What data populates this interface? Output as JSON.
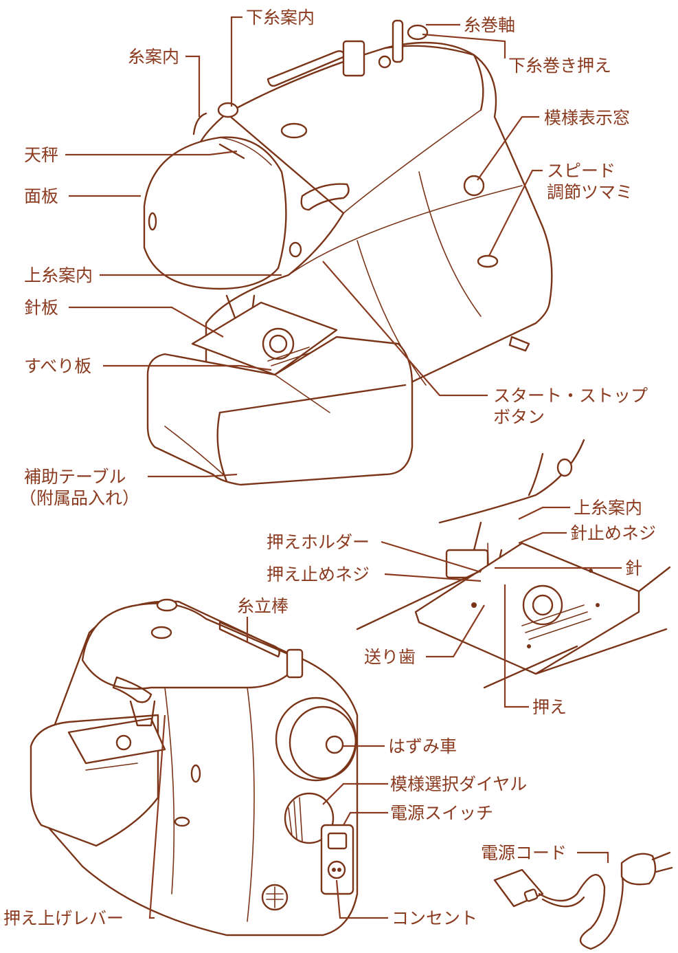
{
  "labels": {
    "shita_ito_annai": "下糸案内",
    "itomaki_jiku": "糸巻軸",
    "shita_itomaki_osae": "下糸巻き押え",
    "ito_annai": "糸案内",
    "moyou_hyouji_mado": "模様表示窓",
    "tenbin": "天秤",
    "speed_line1": "スピード",
    "speed_line2": "調節ツマミ",
    "menita": "面板",
    "ue_ito_annai": "上糸案内",
    "hariita": "針板",
    "suberiita": "すべり板",
    "start_stop_line1": "スタート・ストップ",
    "start_stop_line2": "ボタン",
    "hojo_table_line1": "補助テーブル",
    "hojo_table_line2": "（附属品入れ）",
    "ue_ito_annai_detail": "上糸案内",
    "hari_dome_neji": "針止めネジ",
    "osae_holder": "押えホルダー",
    "hari": "針",
    "osae_dome_neji": "押え止めネジ",
    "ito_tate_bou": "糸立棒",
    "okuri_ba": "送り歯",
    "osae": "押え",
    "hazumi_guruma": "はずみ車",
    "moyou_sentaku_dial": "模様選択ダイヤル",
    "dengen_switch": "電源スイッチ",
    "dengen_cord": "電源コード",
    "osae_age_lever": "押え上げレバー",
    "consent": "コンセント"
  }
}
